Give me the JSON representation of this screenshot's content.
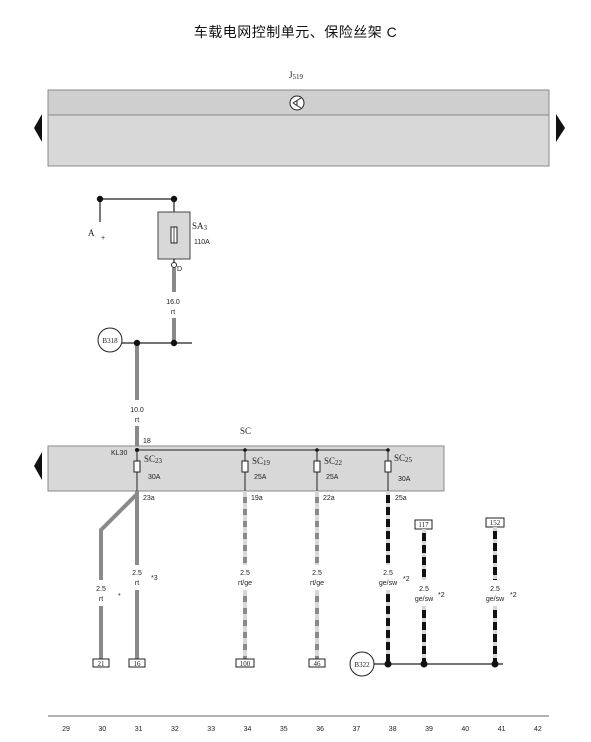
{
  "title": "车载电网控制单元、保险丝架 C",
  "module": {
    "id_main": "J",
    "id_sub": "519"
  },
  "sa3": {
    "name_main": "SA",
    "name_sub": "3",
    "rating": "110A",
    "terminal": "D",
    "point_label": "A",
    "point_mark": "+"
  },
  "wire_main": {
    "gauge": "16.0",
    "color": "rt"
  },
  "b318": "B318",
  "wire_kl": {
    "gauge": "10.0",
    "color": "rt"
  },
  "sc_box": {
    "label": "SC",
    "pin": "18",
    "kl30": "KL30"
  },
  "fuses": [
    {
      "main": "SC",
      "sub": "23",
      "rating": "30A",
      "pin": "23a"
    },
    {
      "main": "SC",
      "sub": "19",
      "rating": "25A",
      "pin": "19a"
    },
    {
      "main": "SC",
      "sub": "22",
      "rating": "25A",
      "pin": "22a"
    },
    {
      "main": "SC",
      "sub": "25",
      "rating": "30A",
      "pin": "25a"
    }
  ],
  "wires": [
    {
      "gauge": "2.5",
      "color": "rt",
      "note": "*",
      "dest": "21"
    },
    {
      "gauge": "2.5",
      "color": "rt",
      "note": "*3",
      "dest": "16"
    },
    {
      "gauge": "2.5",
      "color": "rt/ge",
      "note": "",
      "dest": "100"
    },
    {
      "gauge": "2.5",
      "color": "rt/ge",
      "note": "",
      "dest": "46"
    },
    {
      "gauge": "2.5",
      "color": "ge/sw",
      "note": "*2",
      "dest": ""
    },
    {
      "gauge": "2.5",
      "color": "ge/sw",
      "note": "*2",
      "dest": "117"
    },
    {
      "gauge": "2.5",
      "color": "ge/sw",
      "note": "*2",
      "dest": "152"
    }
  ],
  "b322": "B322",
  "scale": [
    "29",
    "30",
    "31",
    "32",
    "33",
    "34",
    "35",
    "36",
    "37",
    "38",
    "39",
    "40",
    "41",
    "42"
  ]
}
